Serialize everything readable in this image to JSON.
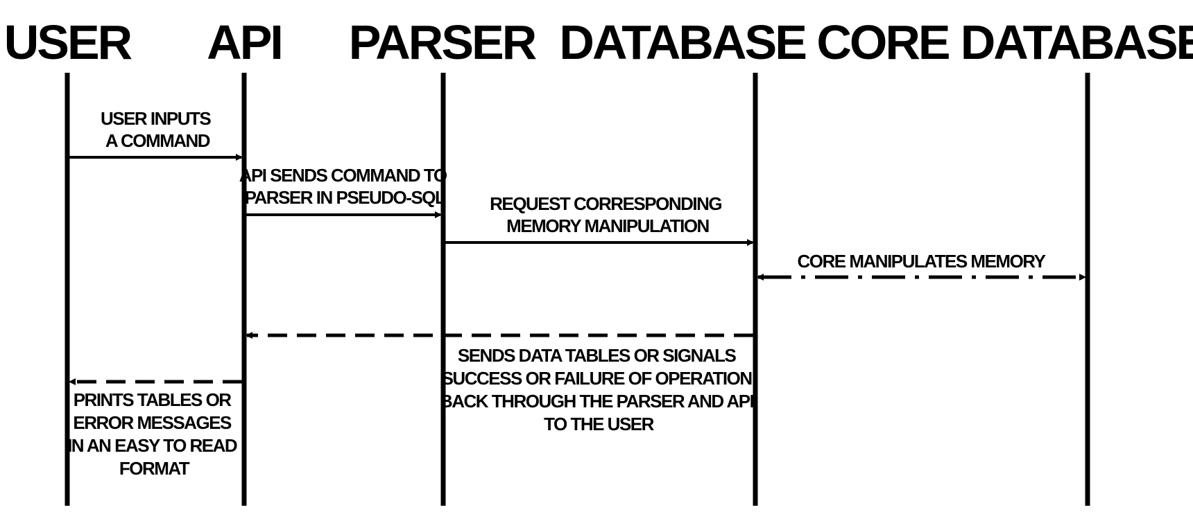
{
  "actors": [
    {
      "id": "user",
      "title": "USER"
    },
    {
      "id": "api",
      "title": "API"
    },
    {
      "id": "parser",
      "title": "PARSER"
    },
    {
      "id": "core",
      "title": "DATABASE CORE"
    },
    {
      "id": "database",
      "title": "DATABASE"
    }
  ],
  "messages": [
    {
      "id": "user-input",
      "from": "user",
      "to": "api",
      "style": "solid",
      "lines": [
        "USER INPUTS",
        "A COMMAND"
      ]
    },
    {
      "id": "api-to-parser",
      "from": "api",
      "to": "parser",
      "style": "solid",
      "lines": [
        "API SENDS COMMAND TO",
        "PARSER IN PSEUDO-SQL"
      ]
    },
    {
      "id": "parser-to-core",
      "from": "parser",
      "to": "core",
      "style": "solid",
      "lines": [
        "REQUEST CORRESPONDING",
        "MEMORY MANIPULATION"
      ]
    },
    {
      "id": "core-to-database",
      "from": "core",
      "to": "database",
      "style": "dash-dot",
      "bidirectional": true,
      "lines": [
        "CORE MANIPULATES MEMORY"
      ]
    },
    {
      "id": "core-to-api-return",
      "from": "core",
      "to": "api",
      "style": "dashed",
      "lines": [
        "SENDS DATA TABLES OR SIGNALS",
        "SUCCESS OR FAILURE OF OPERATION",
        "BACK THROUGH THE PARSER AND API",
        "TO THE USER"
      ]
    },
    {
      "id": "api-to-user-return",
      "from": "api",
      "to": "user",
      "style": "dashed",
      "lines": [
        "PRINTS TABLES OR",
        "ERROR MESSAGES",
        "IN AN EASY TO READ",
        "FORMAT"
      ]
    }
  ]
}
